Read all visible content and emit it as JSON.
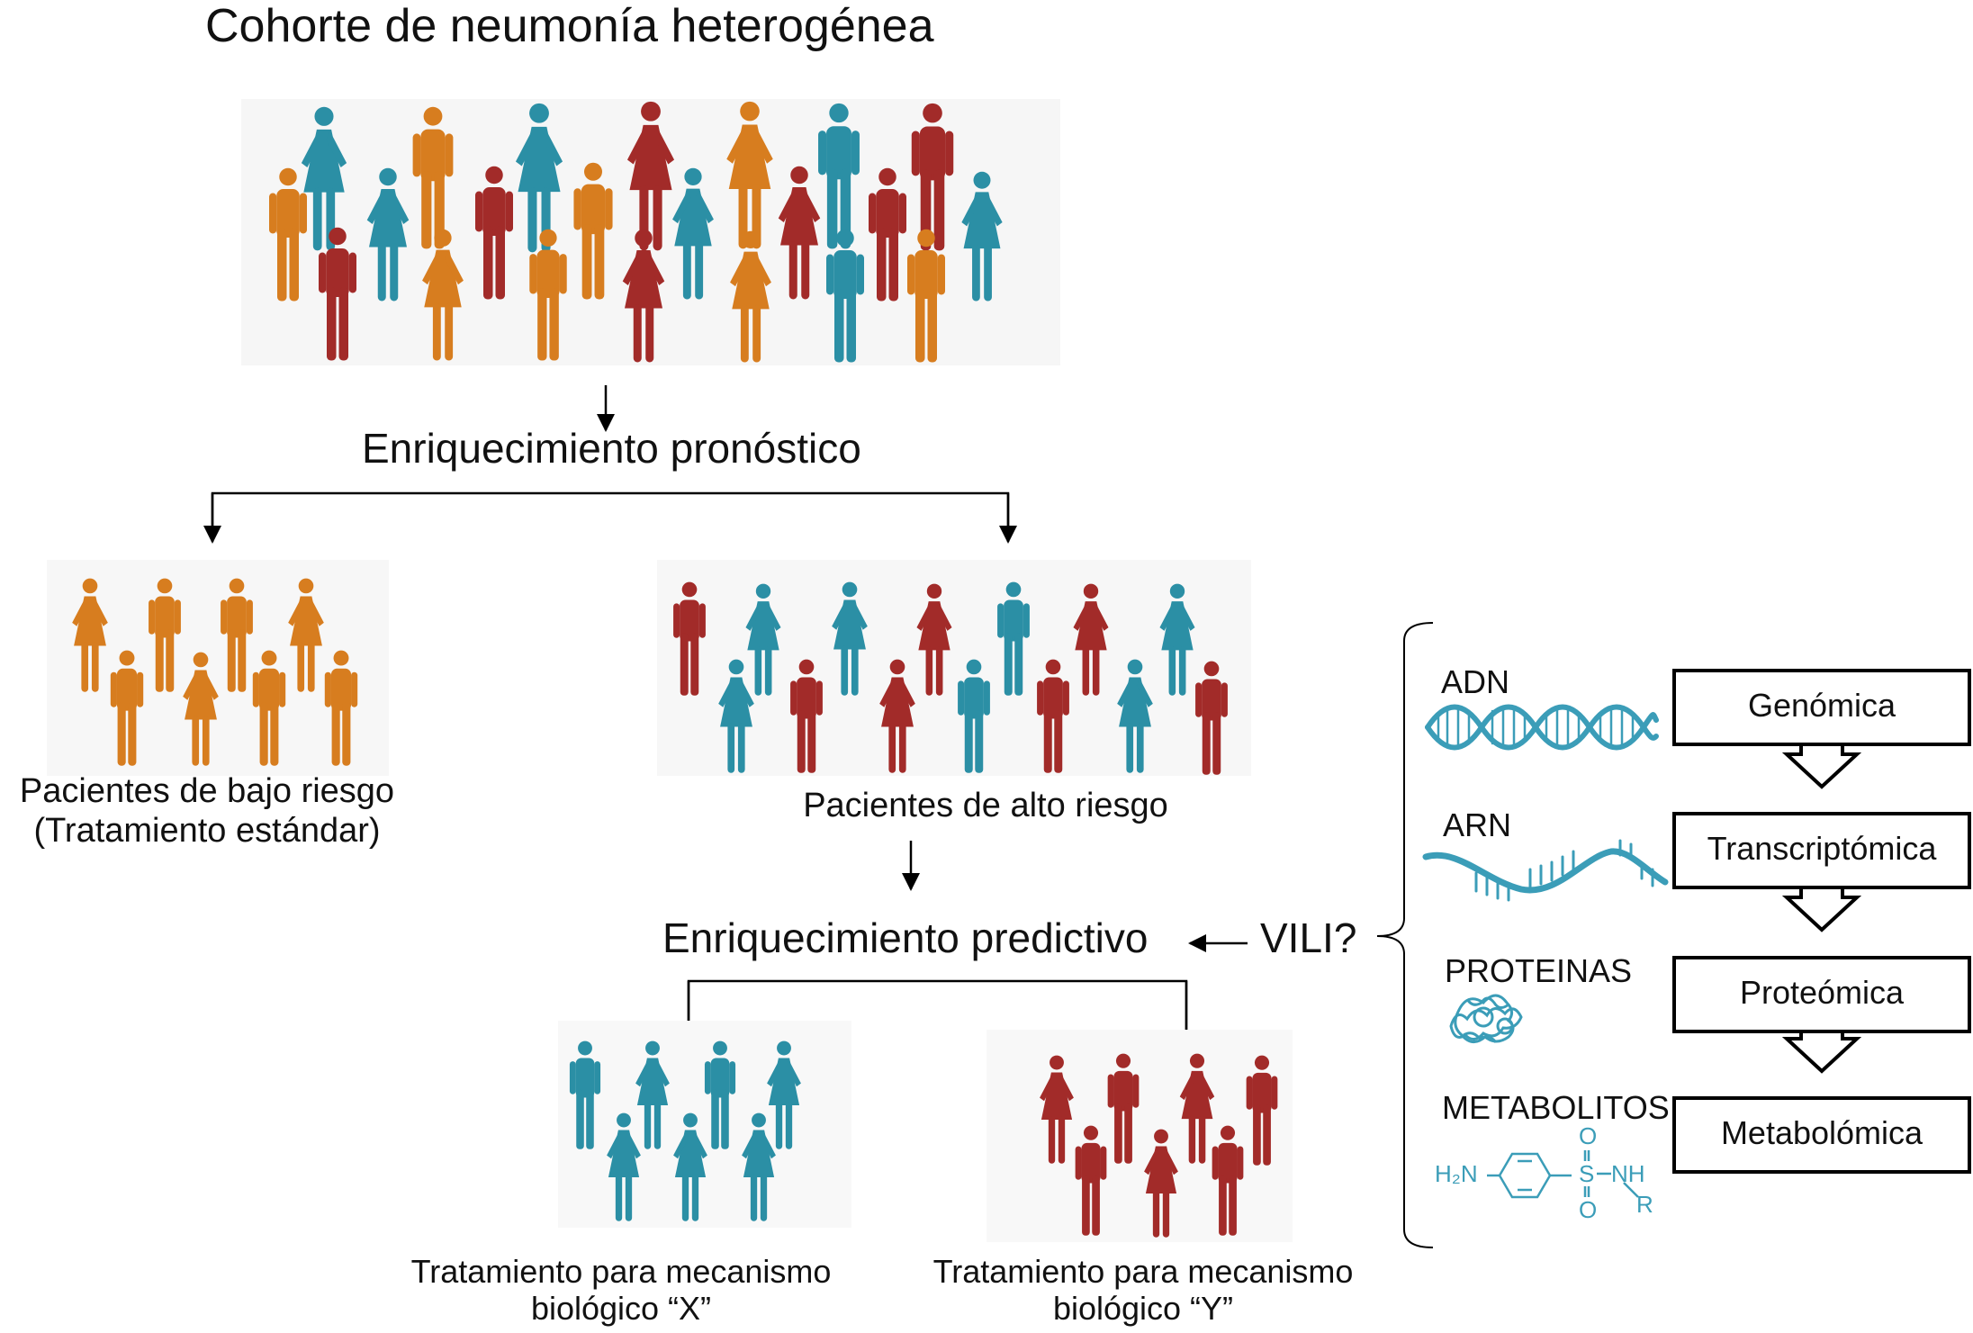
{
  "title": "Cohorte de neumonía heterogénea",
  "prognostic_label": "Enriquecimiento pronóstico",
  "low_risk": {
    "line1": "Pacientes de bajo riesgo",
    "line2": "(Tratamiento estándar)"
  },
  "high_risk": {
    "label": "Pacientes de alto riesgo"
  },
  "predictive_label": "Enriquecimiento predictivo",
  "vili_label": "VILI?",
  "treatment_x": {
    "line1": "Tratamiento para mecanismo",
    "line2": "biológico “X”"
  },
  "treatment_y": {
    "line1": "Tratamiento para mecanismo",
    "line2": "biológico “Y”"
  },
  "omics": [
    {
      "molecule": "ADN",
      "technique": "Genómica",
      "icon": "dna-helix-icon"
    },
    {
      "molecule": "ARN",
      "technique": "Transcriptómica",
      "icon": "rna-strand-icon"
    },
    {
      "molecule": "PROTEINAS",
      "technique": "Proteómica",
      "icon": "protein-structure-icon"
    },
    {
      "molecule": "METABOLITOS",
      "technique": "Metabolómica",
      "icon": "metabolite-molecule-icon"
    }
  ],
  "chem": {
    "amine": "H₂N",
    "sulfur": "S",
    "oxygen_top": "O",
    "oxygen_bottom": "O",
    "nh": "NH",
    "r_group": "R"
  },
  "colors": {
    "orange": "#D77D1F",
    "teal": "#2B8FA5",
    "red": "#A22B29",
    "molecule": "#3B9DB8"
  }
}
